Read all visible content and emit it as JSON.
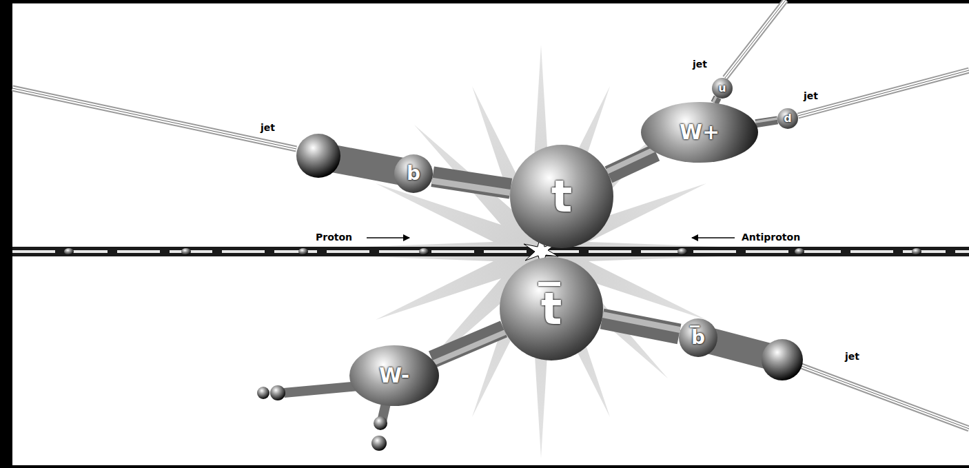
{
  "diagram": {
    "nodes": [
      {
        "text": [
          "t"
        ]
      },
      {
        "text": [
          "b"
        ]
      },
      {
        "text": [
          "W+"
        ]
      },
      {
        "text": [
          "u"
        ]
      },
      {
        "text": [
          "d"
        ]
      },
      {
        "text": [
          "t̅"
        ]
      },
      {
        "text": [
          "W-"
        ]
      },
      {
        "text": [
          "b̅"
        ]
      }
    ],
    "edges": [
      {
        "from": 0,
        "to": 1,
        "arrow": "none"
      },
      {
        "from": 0,
        "to": 2,
        "arrow": "none"
      },
      {
        "from": 2,
        "to": 3,
        "arrow": "none"
      },
      {
        "from": 2,
        "to": 4,
        "arrow": "none"
      },
      {
        "from": 5,
        "to": 6,
        "arrow": "none"
      },
      {
        "from": 5,
        "to": 7,
        "arrow": "none"
      }
    ],
    "labels": [
      "jet",
      "jet",
      "jet",
      "Proton",
      "Antiproton",
      "jet"
    ]
  }
}
